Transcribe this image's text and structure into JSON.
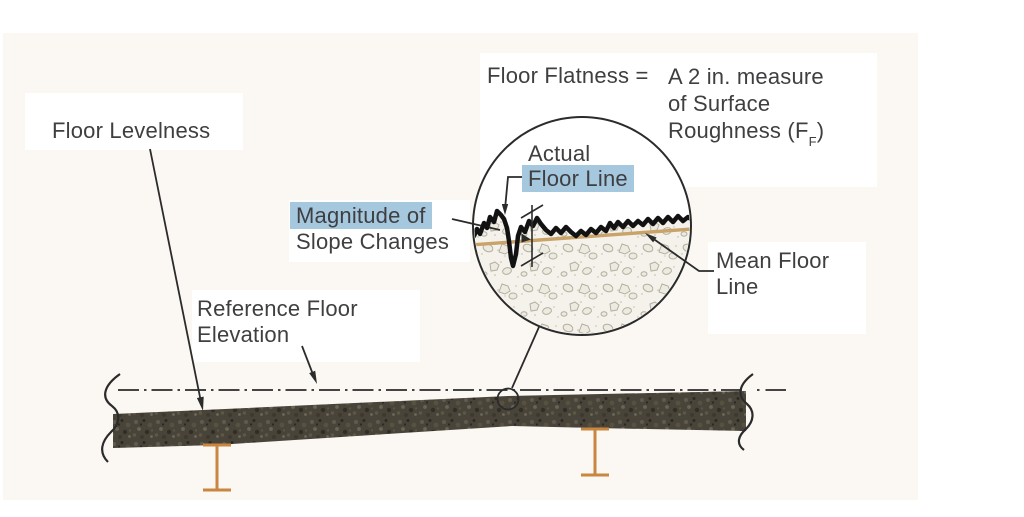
{
  "colors": {
    "highlight": "#a5c8de",
    "text": "#3f3e41",
    "line": "#2b2b2b",
    "beam": "#c9863f",
    "mean_tan": "#c9a369",
    "slab": "#49443a",
    "cream": "#fbf8f4"
  },
  "labels": {
    "floor_levelness": "Floor Levelness",
    "floor_flatness": {
      "lhs": "Floor Flatness =",
      "rhs_line1": "A 2 in. measure",
      "rhs_line2": "of Surface",
      "rhs_line3_pre": "Roughness (F",
      "rhs_line3_sub": "F",
      "rhs_line3_post": ")"
    },
    "magnitude": {
      "line1": "Magnitude of",
      "line2": "Slope Changes"
    },
    "actual_floor_line": {
      "line1": "Actual",
      "line2": "Floor Line"
    },
    "mean_floor_line": {
      "line1": "Mean Floor",
      "line2": "Line"
    },
    "reference_floor_elevation": {
      "line1": "Reference Floor",
      "line2": "Elevation"
    }
  }
}
